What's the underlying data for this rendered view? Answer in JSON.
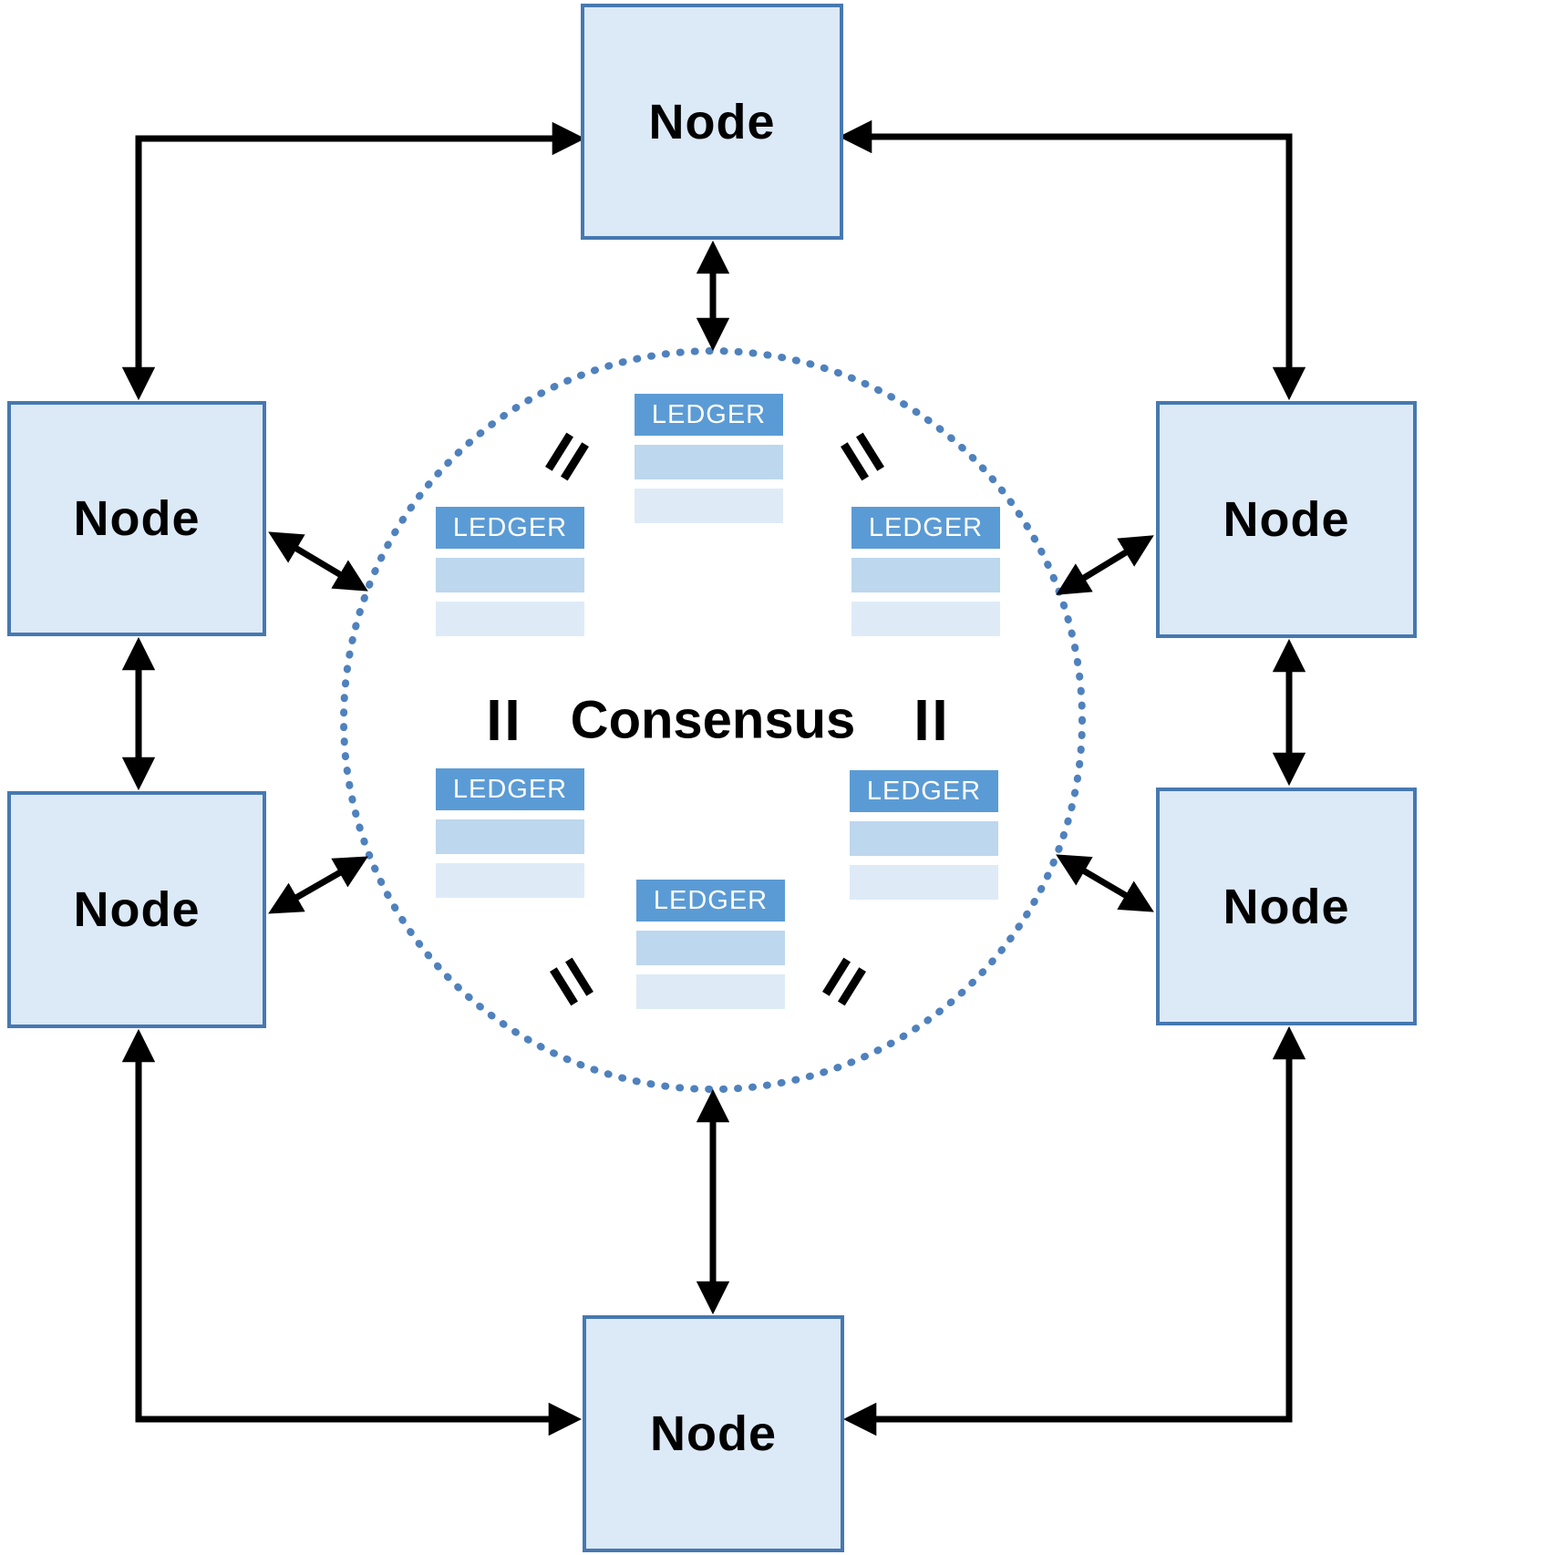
{
  "consensus": {
    "label": "Consensus"
  },
  "nodes": [
    {
      "id": "top",
      "label": "Node"
    },
    {
      "id": "upper-left",
      "label": "Node"
    },
    {
      "id": "upper-right",
      "label": "Node"
    },
    {
      "id": "lower-left",
      "label": "Node"
    },
    {
      "id": "lower-right",
      "label": "Node"
    },
    {
      "id": "bottom",
      "label": "Node"
    }
  ],
  "ledgers": [
    {
      "id": "top",
      "label": "LEDGER"
    },
    {
      "id": "upper-left",
      "label": "LEDGER"
    },
    {
      "id": "upper-right",
      "label": "LEDGER"
    },
    {
      "id": "lower-left",
      "label": "LEDGER"
    },
    {
      "id": "lower-right",
      "label": "LEDGER"
    },
    {
      "id": "bottom",
      "label": "LEDGER"
    }
  ],
  "colors": {
    "node_fill": "#dce9f6",
    "node_border": "#4678b0",
    "ledger_header_fill": "#5b9bd5",
    "ledger_header_text": "#ffffff",
    "ledger_row1_fill": "#bdd7ee",
    "ledger_row2_fill": "#deebf7",
    "circle_dot": "#4f81bd",
    "arrow": "#000000",
    "label_text": "#000000"
  }
}
